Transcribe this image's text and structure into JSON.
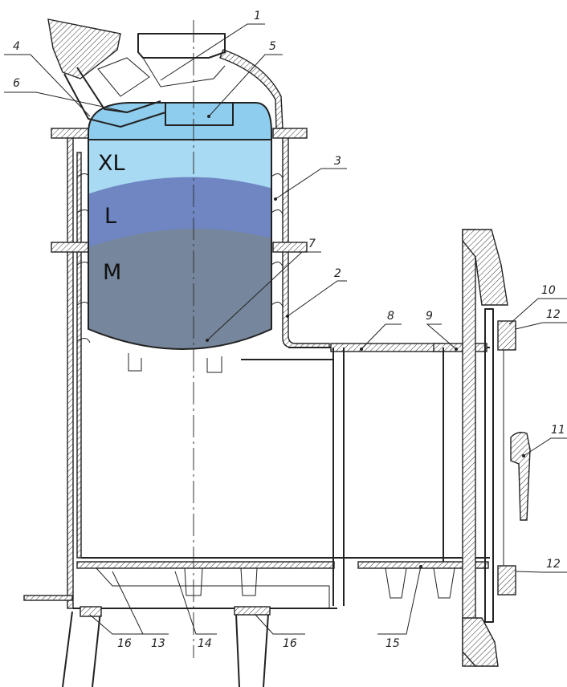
{
  "tank": {
    "levels": [
      {
        "label": "XL",
        "color": "#a9daf3"
      },
      {
        "label": "L",
        "color": "#6f86c2"
      },
      {
        "label": "M",
        "color": "#76869c"
      }
    ],
    "top_color": "#8fcdee"
  },
  "callouts": [
    {
      "id": "1",
      "label": "1"
    },
    {
      "id": "2",
      "label": "2"
    },
    {
      "id": "3",
      "label": "3"
    },
    {
      "id": "4",
      "label": "4"
    },
    {
      "id": "5",
      "label": "5"
    },
    {
      "id": "6",
      "label": "6"
    },
    {
      "id": "7",
      "label": "7"
    },
    {
      "id": "8",
      "label": "8"
    },
    {
      "id": "9",
      "label": "9"
    },
    {
      "id": "10",
      "label": "10"
    },
    {
      "id": "11",
      "label": "11"
    },
    {
      "id": "12a",
      "label": "12"
    },
    {
      "id": "12b",
      "label": "12"
    },
    {
      "id": "13",
      "label": "13"
    },
    {
      "id": "14",
      "label": "14"
    },
    {
      "id": "15",
      "label": "15"
    },
    {
      "id": "16a",
      "label": "16"
    },
    {
      "id": "16b",
      "label": "16"
    }
  ]
}
